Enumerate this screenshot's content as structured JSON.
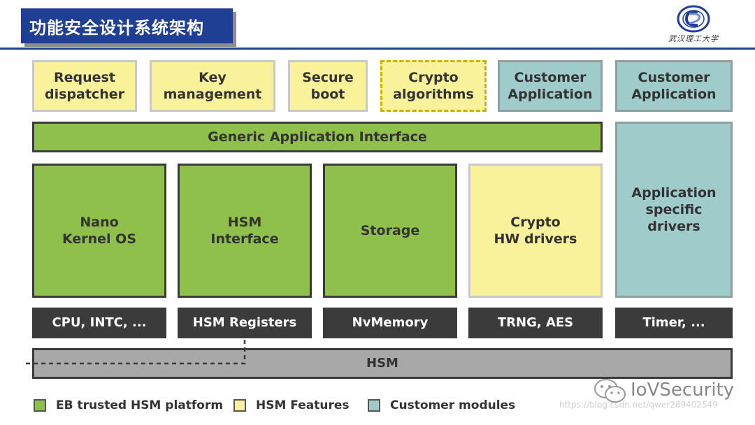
{
  "header": {
    "title": "功能安全设计系统架构",
    "university": "武汉理工大学",
    "accent": "#1f3f94"
  },
  "features": [
    {
      "label": "Request\ndispatcher"
    },
    {
      "label": "Key\nmanagement"
    },
    {
      "label": "Secure\nboot"
    },
    {
      "label": "Crypto\nalgorithms"
    },
    {
      "label": "Customer\nApplication"
    },
    {
      "label": "Customer\nApplication"
    }
  ],
  "interface": {
    "label": "Generic Application Interface"
  },
  "modules": [
    {
      "label": "Nano\nKernel OS"
    },
    {
      "label": "HSM\nInterface"
    },
    {
      "label": "Storage"
    },
    {
      "label": "Crypto\nHW drivers"
    },
    {
      "label": "Application\nspecific\ndrivers"
    }
  ],
  "hardware": [
    {
      "label": "CPU, INTC, ..."
    },
    {
      "label": "HSM Registers"
    },
    {
      "label": "NvMemory"
    },
    {
      "label": "TRNG, AES"
    },
    {
      "label": "Timer, ..."
    }
  ],
  "hsm": {
    "label": "HSM"
  },
  "legend": [
    {
      "label": "EB trusted HSM platform",
      "color": "#8fc04c"
    },
    {
      "label": "HSM Features",
      "color": "#faf29a"
    },
    {
      "label": "Customer modules",
      "color": "#9fcbcb"
    }
  ],
  "watermark": {
    "brand": "IoVSecurity",
    "url": "https://blog.csdn.net/qwer289402549"
  }
}
